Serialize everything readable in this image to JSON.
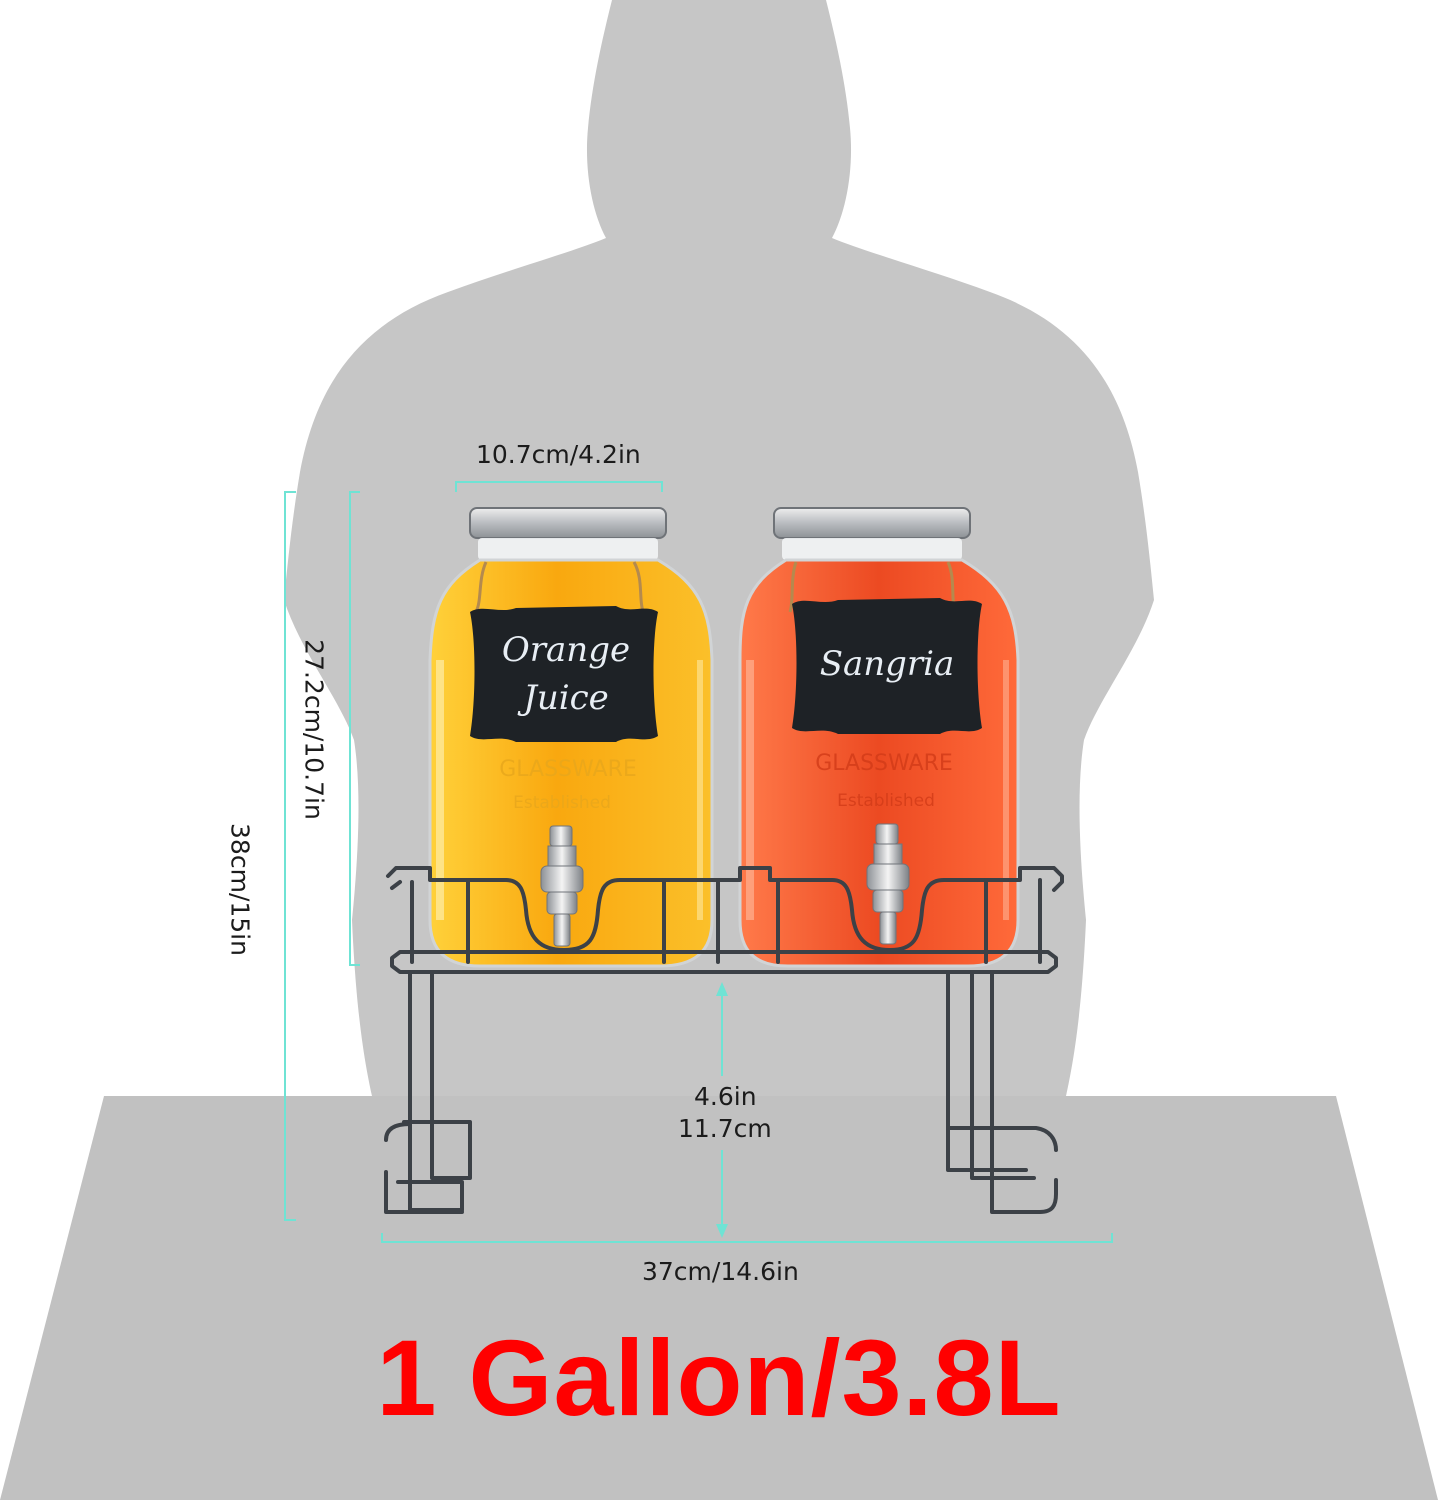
{
  "dimensions": {
    "jar_width": "10.7cm/4.2in",
    "jar_height": "27.2cm/10.7in",
    "total_height": "38cm/15in",
    "stand_height_in": "4.6in",
    "stand_height_cm": "11.7cm",
    "total_width": "37cm/14.6in"
  },
  "labels": {
    "left_line1": "Orange",
    "left_line2": "Juice",
    "right": "Sangria"
  },
  "headline": "1 Gallon/3.8L",
  "colors": {
    "silhouette": "#c6c6c6",
    "table": "#c1c1c1",
    "dimension_line": "#6fe3d4",
    "orange_juice": "#f7b21a",
    "sangria": "#f0552c",
    "chalkboard": "#1e2226",
    "stand_wire": "#3c4147",
    "headline": "#ff0000"
  }
}
